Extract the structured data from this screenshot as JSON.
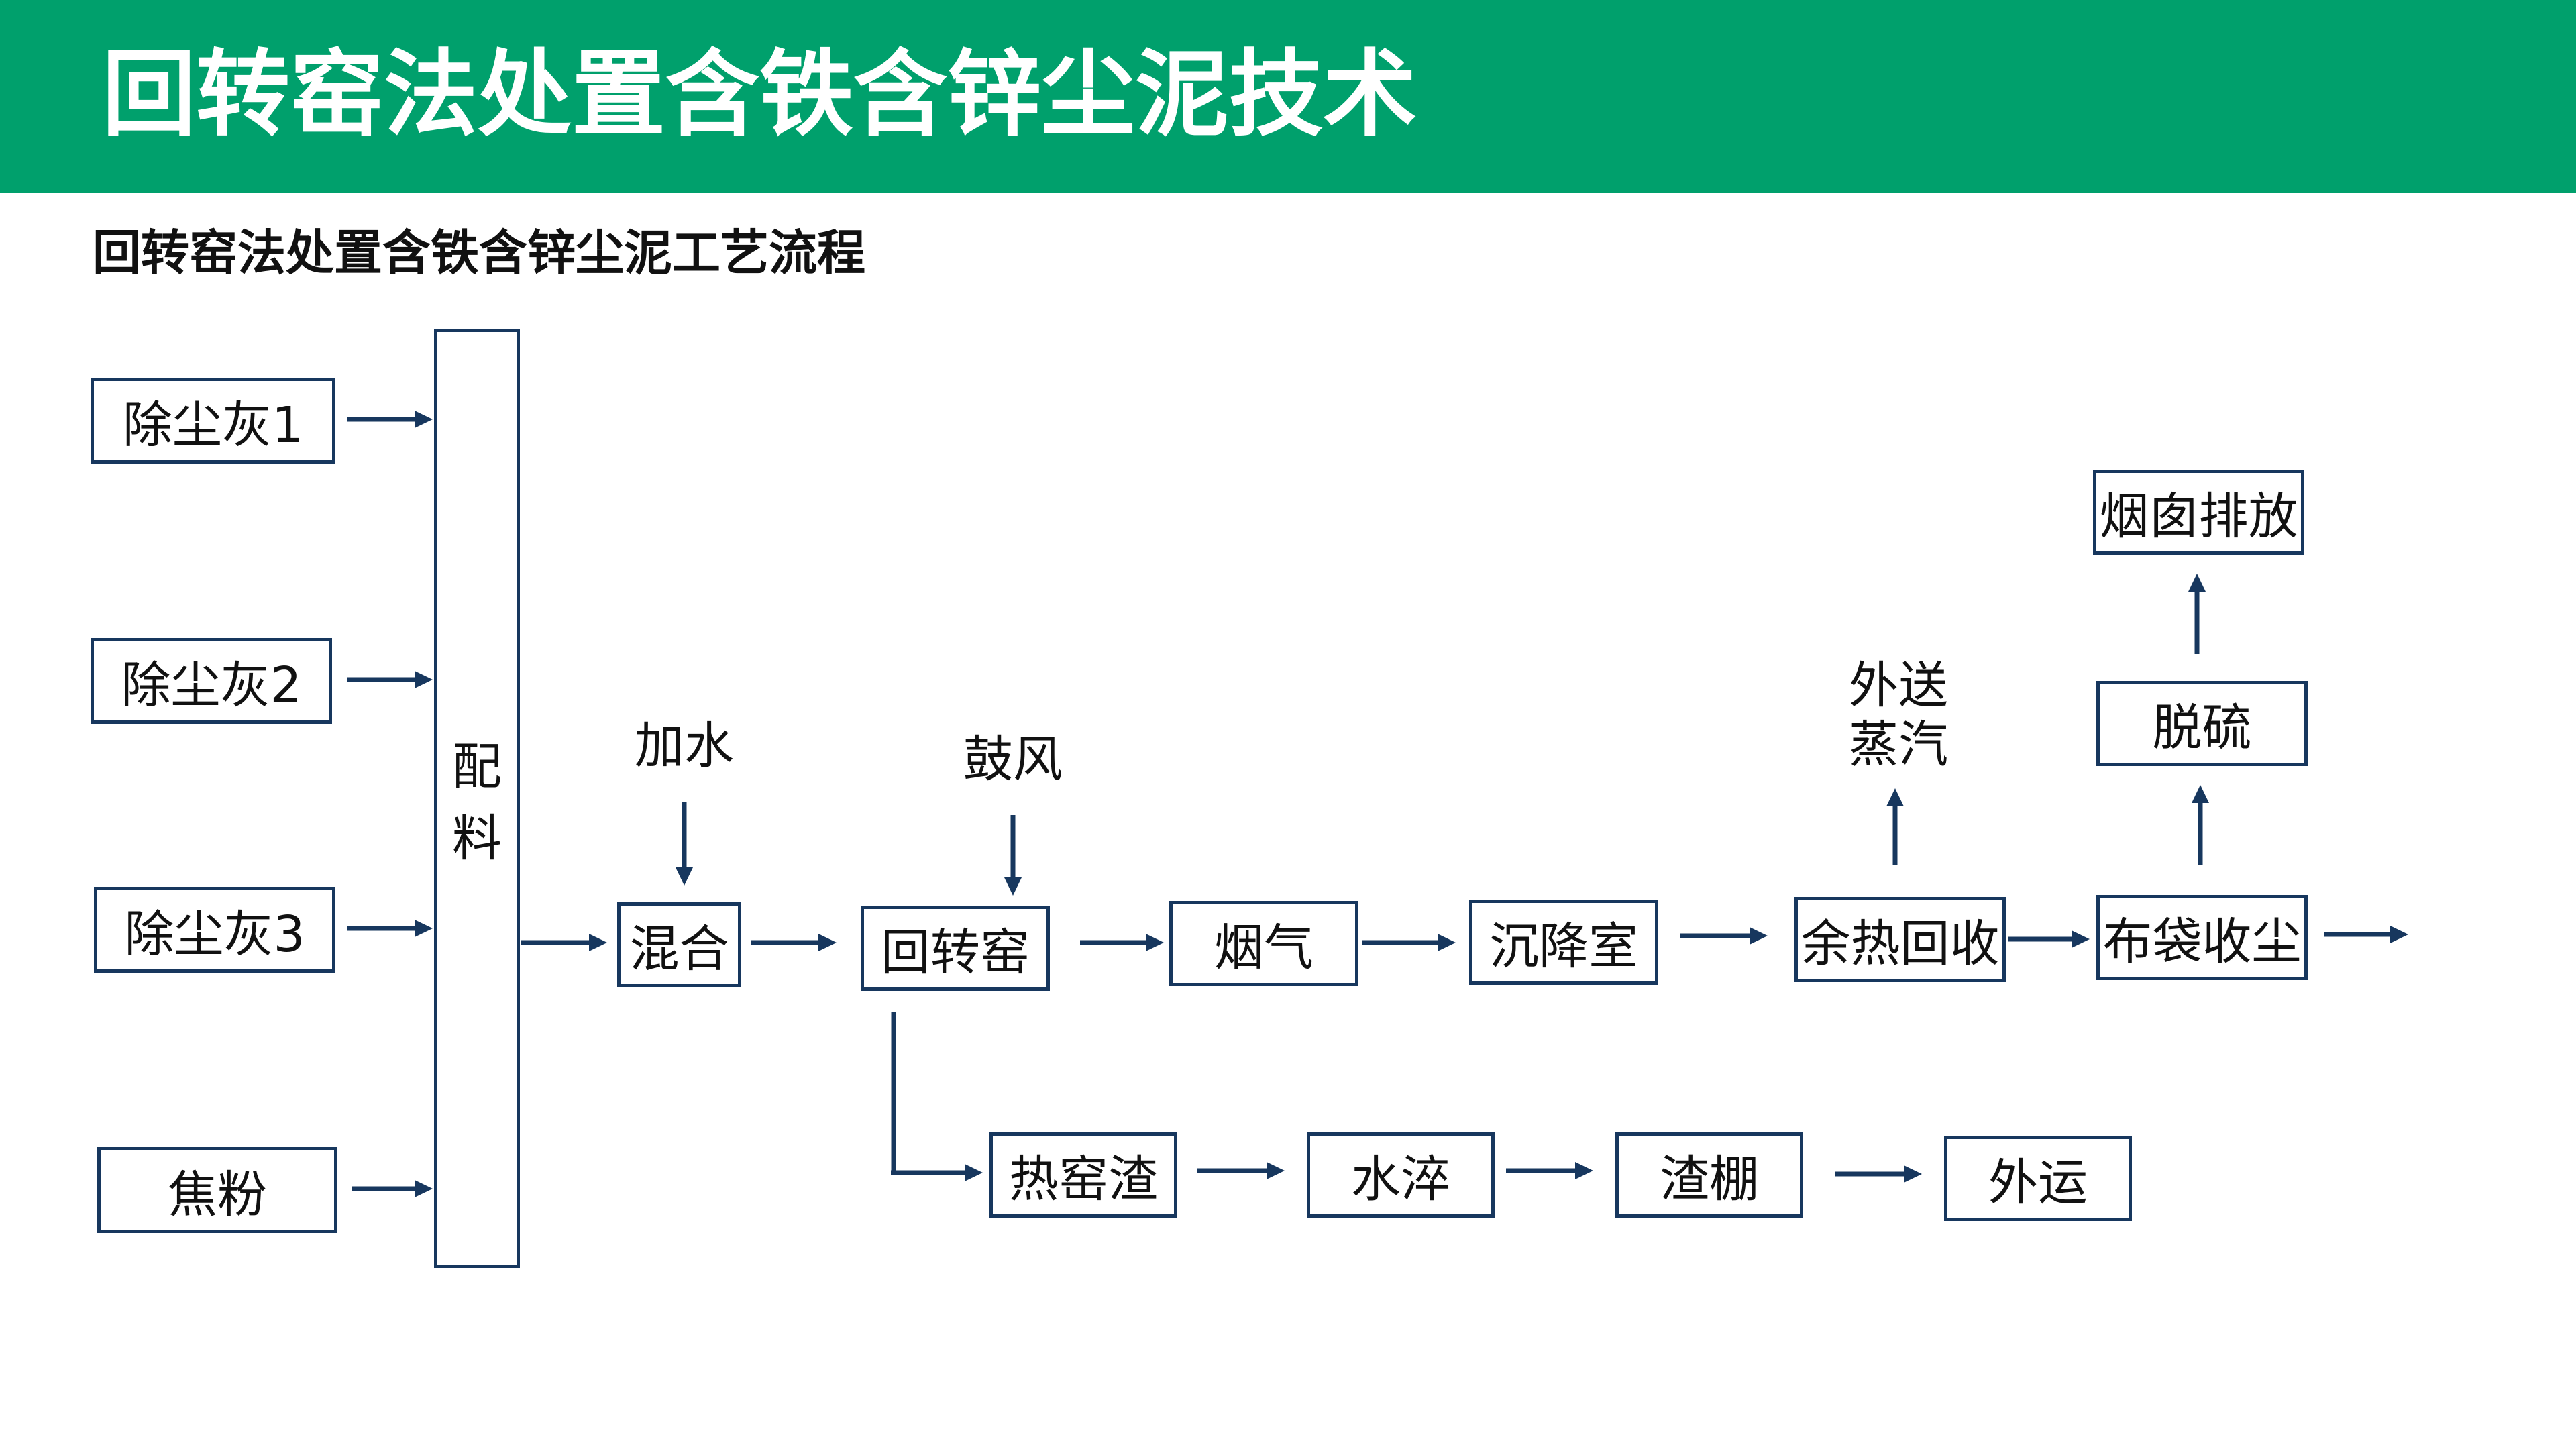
{
  "header": {
    "title": "回转窑法处置含铁含锌尘泥技术"
  },
  "subtitle": "回转窑法处置含铁含锌尘泥工艺流程",
  "nodes": {
    "dust1": "除尘灰1",
    "dust2": "除尘灰2",
    "dust3": "除尘灰3",
    "coke": "焦粉",
    "batching_1": "配",
    "batching_2": "料",
    "mixing": "混合",
    "kiln": "回转窑",
    "flue_gas": "烟气",
    "settling": "沉降室",
    "waste_heat": "余热回收",
    "bag_filter": "布袋收尘",
    "desulfurization": "脱硫",
    "chimney": "烟囱排放",
    "hot_slag": "热窑渣",
    "water_quench": "水淬",
    "slag_shed": "渣棚",
    "ship_out": "外运"
  },
  "labels": {
    "add_water": "加水",
    "blower": "鼓风",
    "steam_1": "外送",
    "steam_2": "蒸汽"
  },
  "colors": {
    "header_bg": "#00a06c",
    "box_border": "#17375e",
    "arrow": "#17375e"
  }
}
